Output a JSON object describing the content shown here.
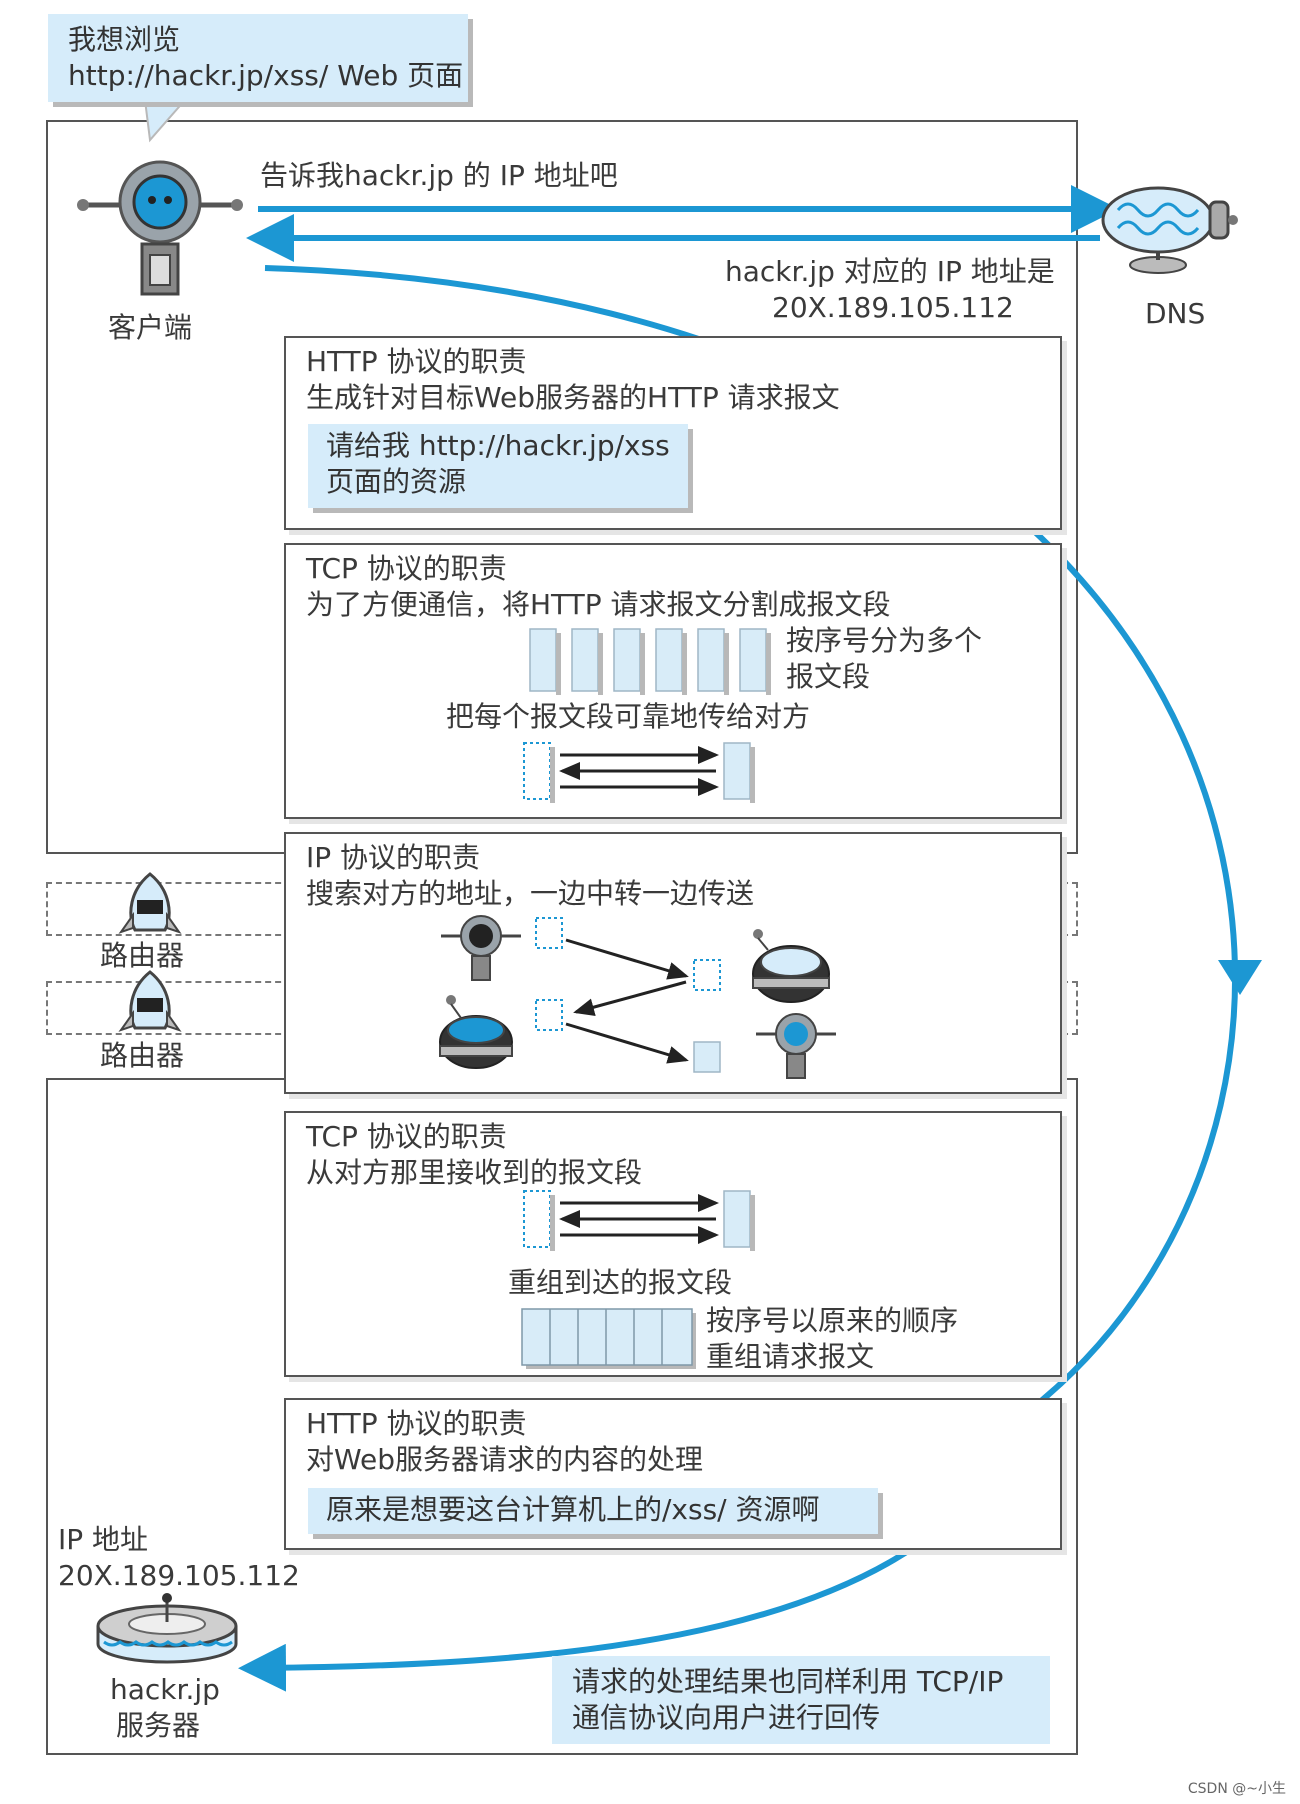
{
  "speech_bubble": {
    "line1": "我想浏览",
    "line2": "http://hackr.jp/xss/ Web 页面"
  },
  "client": {
    "label": "客户端"
  },
  "dns": {
    "label": "DNS",
    "query": "告诉我hackr.jp 的 IP 地址吧",
    "answer_line1": "hackr.jp 对应的 IP 地址是",
    "answer_line2": "20X.189.105.112"
  },
  "http_client": {
    "title": "HTTP 协议的职责",
    "desc": "生成针对目标Web服务器的HTTP 请求报文",
    "note_line1": "请给我 http://hackr.jp/xss",
    "note_line2": "页面的资源"
  },
  "tcp_client": {
    "title": "TCP 协议的职责",
    "desc": "为了方便通信，将HTTP 请求报文分割成报文段",
    "segments_line1": "按序号分为多个",
    "segments_line2": "报文段",
    "reliable": "把每个报文段可靠地传给对方"
  },
  "ip_layer": {
    "title": "IP 协议的职责",
    "desc": "搜索对方的地址，一边中转一边传送"
  },
  "routers": [
    {
      "label": "路由器"
    },
    {
      "label": "路由器"
    }
  ],
  "tcp_server": {
    "title": "TCP 协议的职责",
    "desc": "从对方那里接收到的报文段",
    "reassemble": "重组到达的报文段",
    "order_line1": "按序号以原来的顺序",
    "order_line2": "重组请求报文"
  },
  "http_server": {
    "title": "HTTP 协议的职责",
    "desc": "对Web服务器请求的内容的处理",
    "note": "原来是想要这台计算机上的/xss/ 资源啊"
  },
  "server": {
    "ip_label": "IP 地址",
    "ip_value": "20X.189.105.112",
    "name_line1": "hackr.jp",
    "name_line2": "服务器"
  },
  "response_note": {
    "line1": "请求的处理结果也同样利用 TCP/IP",
    "line2": "通信协议向用户进行回传"
  },
  "watermark": "CSDN @~小生",
  "colors": {
    "accent": "#1c97d3",
    "light_blue": "#d6ecfa",
    "segment": "#d8ecf8"
  }
}
